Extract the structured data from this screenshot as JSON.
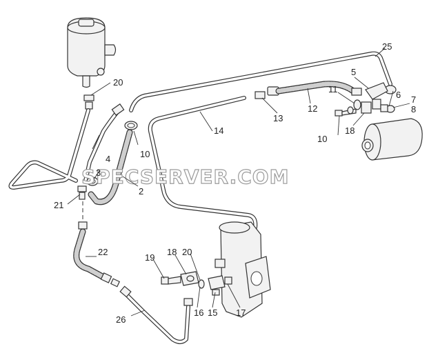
{
  "watermark": "SPECSERVER.COM",
  "callouts": [
    {
      "id": "c2",
      "text": "2"
    },
    {
      "id": "c3",
      "text": "3"
    },
    {
      "id": "c4",
      "text": "4"
    },
    {
      "id": "c5",
      "text": "5"
    },
    {
      "id": "c6",
      "text": "6"
    },
    {
      "id": "c7",
      "text": "7"
    },
    {
      "id": "c8",
      "text": "8"
    },
    {
      "id": "c10a",
      "text": "10"
    },
    {
      "id": "c10b",
      "text": "10"
    },
    {
      "id": "c11",
      "text": "11"
    },
    {
      "id": "c12",
      "text": "12"
    },
    {
      "id": "c13",
      "text": "13"
    },
    {
      "id": "c14",
      "text": "14"
    },
    {
      "id": "c15",
      "text": "15"
    },
    {
      "id": "c16",
      "text": "16"
    },
    {
      "id": "c17",
      "text": "17"
    },
    {
      "id": "c18a",
      "text": "18"
    },
    {
      "id": "c18b",
      "text": "18"
    },
    {
      "id": "c19",
      "text": "19"
    },
    {
      "id": "c20a",
      "text": "20"
    },
    {
      "id": "c20b",
      "text": "20"
    },
    {
      "id": "c21",
      "text": "21"
    },
    {
      "id": "c22",
      "text": "22"
    },
    {
      "id": "c25",
      "text": "25"
    },
    {
      "id": "c26",
      "text": "26"
    }
  ]
}
